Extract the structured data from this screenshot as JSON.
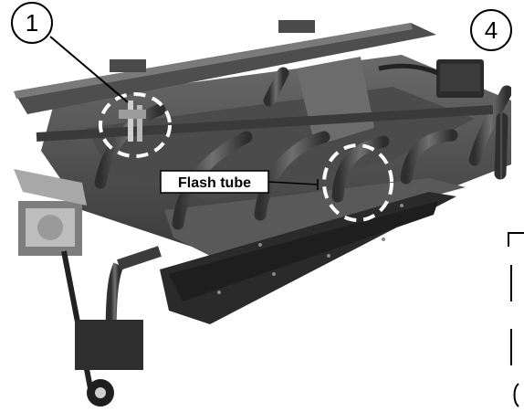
{
  "photo": {
    "callouts": [
      {
        "number": "1"
      },
      {
        "number": "4"
      }
    ],
    "label": "Flash tube"
  },
  "colors": {
    "background": "#ffffff",
    "metal_dark": "#3a3a3a",
    "metal_mid": "#5a5a5a",
    "metal_light": "#8a8a8a",
    "highlight_circle": "#ffffff",
    "label_bg": "#ffffff",
    "label_text": "#000000"
  }
}
